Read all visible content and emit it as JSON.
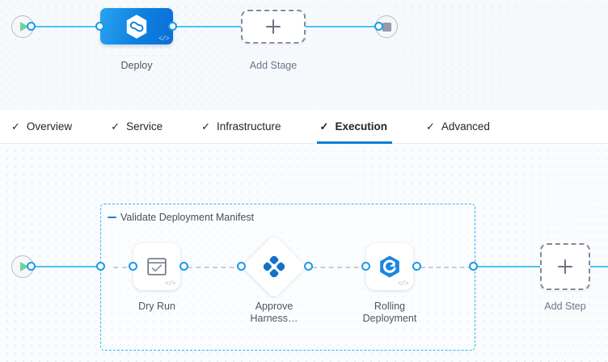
{
  "stage_canvas": {
    "start_node": {
      "icon": "play-icon"
    },
    "end_node": {
      "icon": "stop-icon"
    },
    "stage": {
      "label": "Deploy",
      "icon": "harness-hexagon-icon",
      "code_badge": "</>",
      "color": "#0e7fe0"
    },
    "add_stage": {
      "label": "Add Stage",
      "icon": "plus-icon"
    }
  },
  "tabs": [
    {
      "label": "Overview",
      "icon": "check-icon",
      "active": false
    },
    {
      "label": "Service",
      "icon": "check-icon",
      "active": false
    },
    {
      "label": "Infrastructure",
      "icon": "check-icon",
      "active": false
    },
    {
      "label": "Execution",
      "icon": "check-icon",
      "active": true
    },
    {
      "label": "Advanced",
      "icon": "check-icon",
      "active": false
    }
  ],
  "execution_canvas": {
    "start_node": {
      "icon": "play-icon"
    },
    "group": {
      "label": "Validate Deployment Manifest",
      "collapse_icon": "minus-icon",
      "border_color": "#31b6ef"
    },
    "steps": [
      {
        "label": "Dry Run",
        "icon": "shell-check-icon",
        "code_badge": "</>",
        "shape": "rounded"
      },
      {
        "label": "Approve\nHarness…",
        "icon": "harness-approval-icon",
        "code_badge": "",
        "shape": "diamond"
      },
      {
        "label": "Rolling\nDeployment",
        "icon": "rolling-deploy-icon",
        "code_badge": "</>",
        "shape": "rounded"
      }
    ],
    "add_step": {
      "label": "Add Step",
      "icon": "plus-icon"
    }
  },
  "colors": {
    "accent_blue": "#0b7fd4",
    "connector_blue": "#4bc3f5",
    "port_blue": "#1b9ae8",
    "group_dash": "#31b6ef",
    "play_green": "#6ad49a",
    "stop_gray": "#9699a8"
  }
}
